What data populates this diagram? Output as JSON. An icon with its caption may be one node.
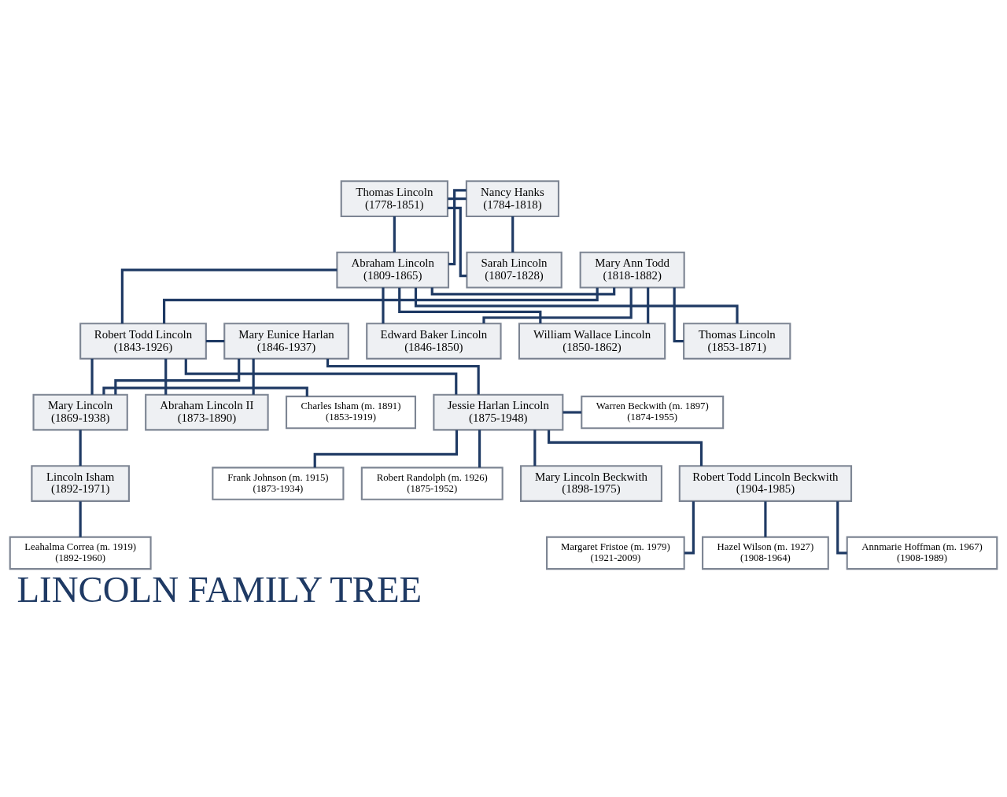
{
  "diagram": {
    "title": "LINCOLN FAMILY TREE",
    "nodes": [
      {
        "text": [
          "Thomas Lincoln",
          "(1778-1851)"
        ]
      },
      {
        "text": [
          "Nancy Hanks",
          "(1784-1818)"
        ]
      },
      {
        "text": [
          "Sarah Lincoln",
          "(1807-1828)"
        ]
      },
      {
        "text": [
          "Abraham Lincoln",
          "(1809-1865)"
        ]
      },
      {
        "text": [
          "Mary Ann Todd",
          "(1818-1882)"
        ]
      },
      {
        "text": [
          "Robert Todd Lincoln",
          "(1843-1926)"
        ]
      },
      {
        "text": [
          "Edward Baker Lincoln",
          "(1846-1850)"
        ]
      },
      {
        "text": [
          "William Wallace Lincoln",
          "(1850-1862)"
        ]
      },
      {
        "text": [
          "Thomas Lincoln",
          "(1853-1871)"
        ]
      },
      {
        "text": [
          "Mary Lincoln",
          "(1869-1938)"
        ]
      },
      {
        "text": [
          "Charles Isham (m. 1891)",
          "(1853-1919)"
        ]
      },
      {
        "text": [
          "Lincoln Isham",
          "(1892-1971)"
        ]
      },
      {
        "text": [
          "Leahalma Correa (m. 1919)",
          "(1892-1960)"
        ]
      },
      {
        "text": [
          "Abraham Lincoln II",
          "(1873-1890)"
        ]
      },
      {
        "text": [
          "Mary Eunice Harlan",
          "(1846-1937)"
        ]
      },
      {
        "text": [
          "Mary Lincoln Beckwith",
          "(1898-1975)"
        ]
      },
      {
        "text": [
          "Warren Beckwith (m. 1897)",
          "(1874-1955)"
        ]
      },
      {
        "text": [
          "Jessie Harlan Lincoln",
          "(1875-1948)"
        ]
      },
      {
        "text": [
          "Robert Todd Lincoln Beckwith",
          "(1904-1985)"
        ]
      },
      {
        "text": [
          "Frank Johnson (m. 1915)",
          "(1873-1934)"
        ]
      },
      {
        "text": [
          "Robert Randolph (m. 1926)",
          "(1875-1952)"
        ]
      },
      {
        "text": [
          "Hazel Wilson (m. 1927)",
          "(1908-1964)"
        ]
      },
      {
        "text": [
          "Annmarie Hoffman (m. 1967)",
          "(1908-1989)"
        ]
      },
      {
        "text": [
          "Margaret Fristoe (m. 1979)",
          "(1921-2009)"
        ]
      }
    ],
    "edges": [
      {
        "from": 0,
        "to": 1,
        "arrow": "none"
      },
      {
        "from": 0,
        "to": 2,
        "arrow": "none"
      },
      {
        "from": 1,
        "to": 2,
        "arrow": "none"
      },
      {
        "from": 0,
        "to": 3,
        "arrow": "none"
      },
      {
        "from": 1,
        "to": 3,
        "arrow": "none"
      },
      {
        "from": 3,
        "to": 4,
        "arrow": "none"
      },
      {
        "from": 3,
        "to": 5,
        "arrow": "none"
      },
      {
        "from": 4,
        "to": 5,
        "arrow": "none"
      },
      {
        "from": 3,
        "to": 6,
        "arrow": "none"
      },
      {
        "from": 4,
        "to": 6,
        "arrow": "none"
      },
      {
        "from": 3,
        "to": 7,
        "arrow": "none"
      },
      {
        "from": 4,
        "to": 7,
        "arrow": "none"
      },
      {
        "from": 3,
        "to": 8,
        "arrow": "none"
      },
      {
        "from": 4,
        "to": 8,
        "arrow": "none"
      },
      {
        "from": 5,
        "to": 14,
        "arrow": "none"
      },
      {
        "from": 5,
        "to": 9,
        "arrow": "none"
      },
      {
        "from": 14,
        "to": 9,
        "arrow": "none"
      },
      {
        "from": 5,
        "to": 13,
        "arrow": "none"
      },
      {
        "from": 14,
        "to": 13,
        "arrow": "none"
      },
      {
        "from": 5,
        "to": 17,
        "arrow": "none"
      },
      {
        "from": 14,
        "to": 17,
        "arrow": "none"
      },
      {
        "from": 9,
        "to": 10,
        "arrow": "none"
      },
      {
        "from": 9,
        "to": 11,
        "arrow": "none"
      },
      {
        "from": 11,
        "to": 12,
        "arrow": "none"
      },
      {
        "from": 17,
        "to": 16,
        "arrow": "none"
      },
      {
        "from": 17,
        "to": 15,
        "arrow": "none"
      },
      {
        "from": 17,
        "to": 18,
        "arrow": "none"
      },
      {
        "from": 17,
        "to": 19,
        "arrow": "none"
      },
      {
        "from": 17,
        "to": 20,
        "arrow": "none"
      },
      {
        "from": 18,
        "to": 21,
        "arrow": "none"
      },
      {
        "from": 18,
        "to": 22,
        "arrow": "none"
      },
      {
        "from": 18,
        "to": 23,
        "arrow": "none"
      }
    ]
  }
}
